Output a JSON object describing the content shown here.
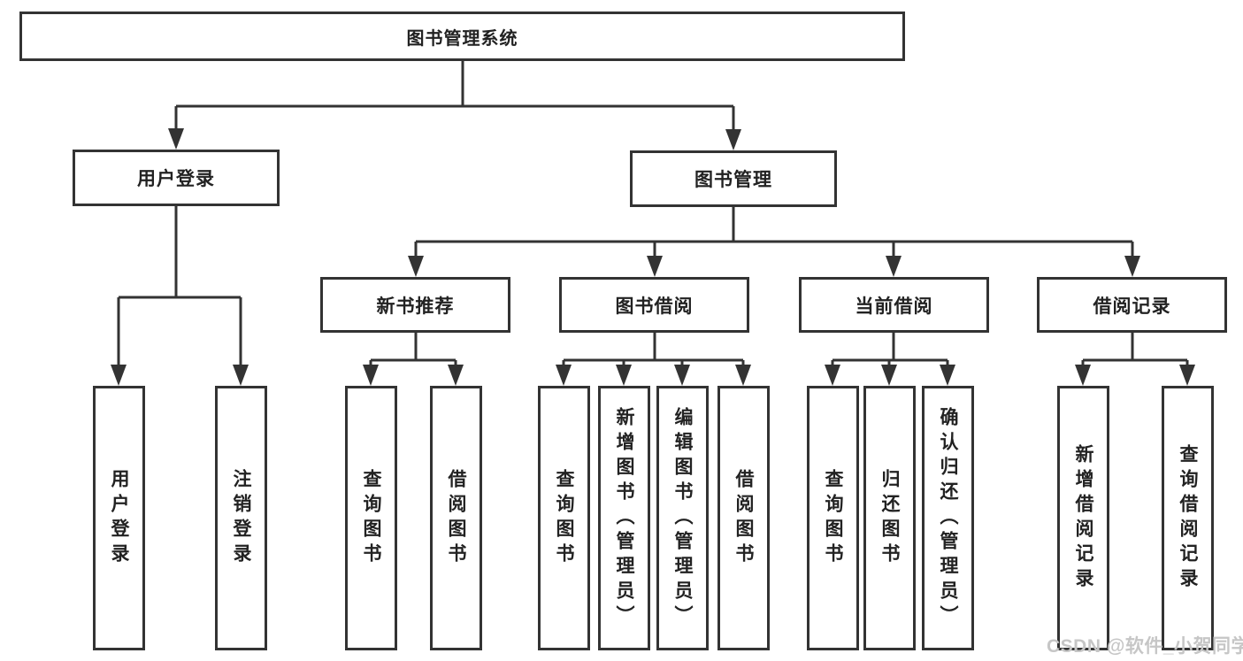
{
  "diagram": {
    "type": "tree",
    "root": {
      "label": "图书管理系统",
      "children": [
        {
          "label": "用户登录",
          "children": [
            {
              "label": "用户登录"
            },
            {
              "label": "注销登录"
            }
          ]
        },
        {
          "label": "图书管理",
          "children": [
            {
              "label": "新书推荐",
              "children": [
                {
                  "label": "查询图书"
                },
                {
                  "label": "借阅图书"
                }
              ]
            },
            {
              "label": "图书借阅",
              "children": [
                {
                  "label": "查询图书"
                },
                {
                  "label": "新增图书（管理员）"
                },
                {
                  "label": "编辑图书（管理员）"
                },
                {
                  "label": "借阅图书"
                }
              ]
            },
            {
              "label": "当前借阅",
              "children": [
                {
                  "label": "查询图书"
                },
                {
                  "label": "归还图书"
                },
                {
                  "label": "确认归还（管理员）"
                }
              ]
            },
            {
              "label": "借阅记录",
              "children": [
                {
                  "label": "新增借阅记录"
                },
                {
                  "label": "查询借阅记录"
                }
              ]
            }
          ]
        }
      ]
    },
    "colors": {
      "line": "#333333",
      "text": "#222222",
      "background": "#ffffff",
      "watermark": "#c6c6c6"
    }
  },
  "watermark": {
    "text": "CSDN @软件_小贺同学"
  }
}
